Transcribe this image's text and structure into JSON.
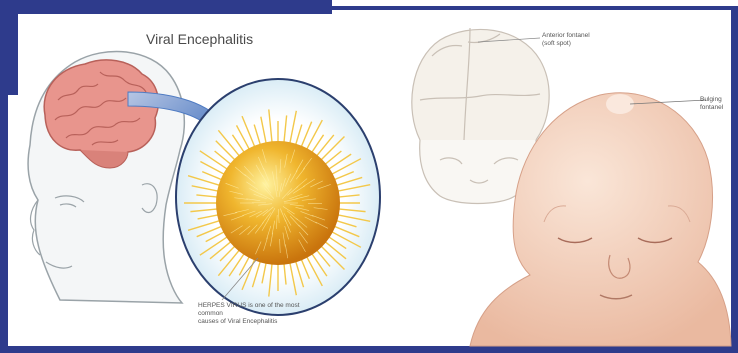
{
  "left_panel": {
    "title": "Viral Encephalitis",
    "caption_line1": "HERPES VIRUS is one of the most common",
    "caption_line2": "causes of Viral Encephalitis"
  },
  "right_panel": {
    "label_fontanel_line1": "Anterior fontanel",
    "label_fontanel_line2": "(soft spot)",
    "label_bulging_line1": "Bulging",
    "label_bulging_line2": "fontanel"
  },
  "colors": {
    "border": "#2e3b8c",
    "brain": "#e8958d",
    "virus_core": "#e9a121",
    "virus_bubble": "#d6ecf5",
    "arrow": "#6c8fc7",
    "skin": "#f3d6c4"
  }
}
